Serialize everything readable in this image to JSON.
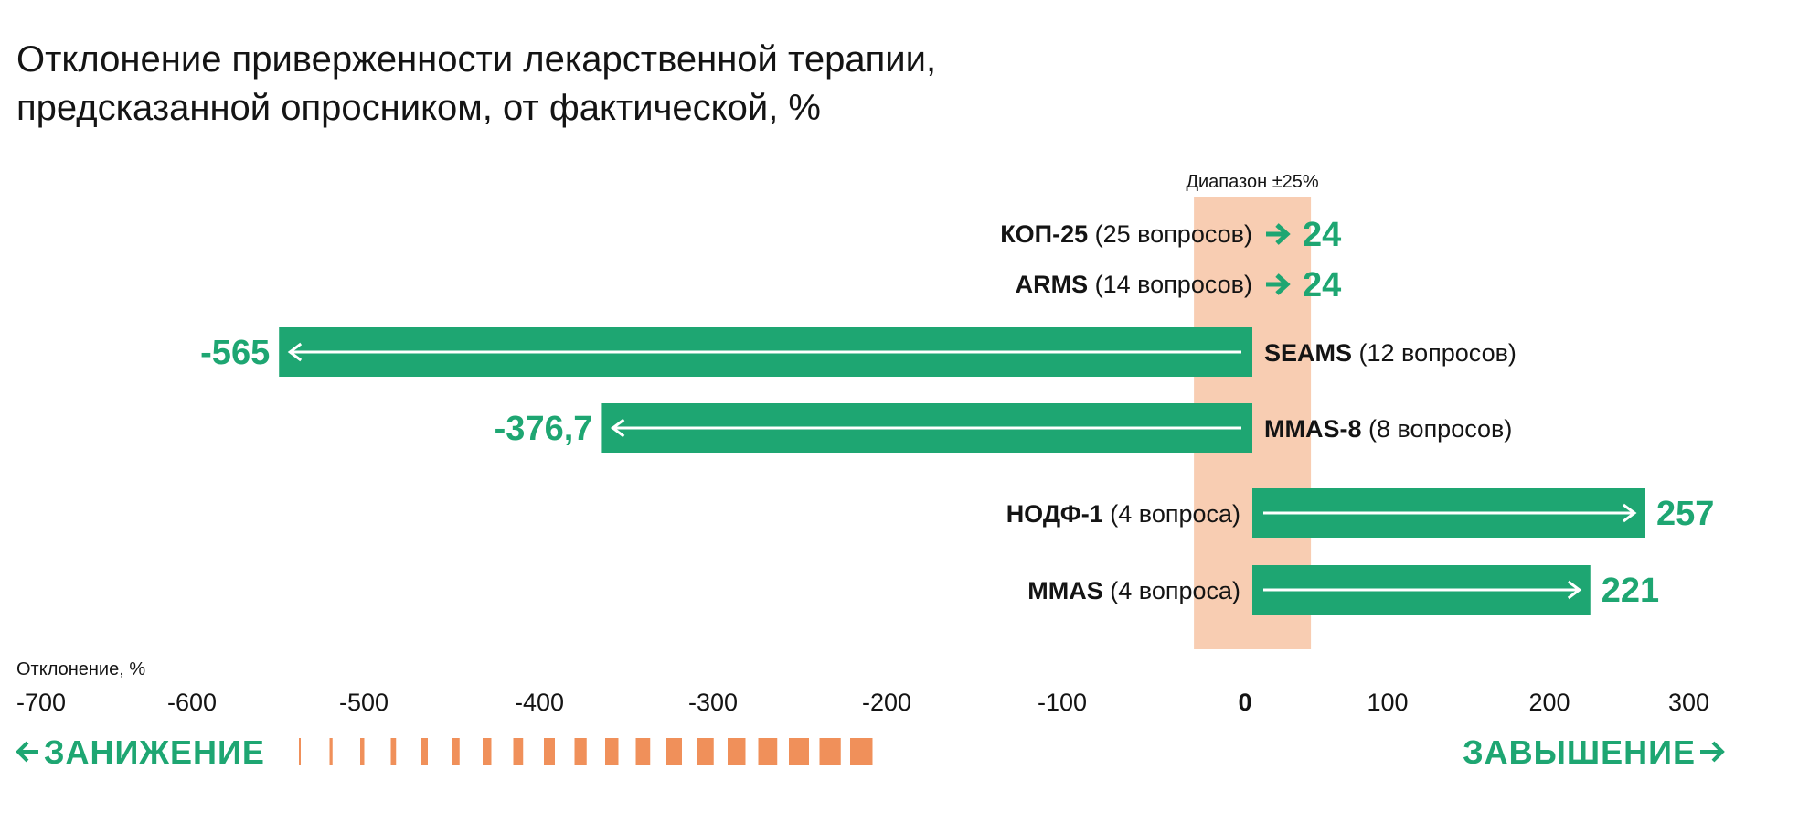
{
  "colors": {
    "bar": "#1ea672",
    "band": "#f8cdb2",
    "scale": "#f0905a",
    "text": "#141414",
    "white": "#ffffff"
  },
  "chart_data": {
    "type": "bar",
    "orientation": "horizontal",
    "title_lines": [
      "Отклонение приверженности лекарственной терапии,",
      "предсказанной опросником, от фактической, %"
    ],
    "xlabel": "Отклонение, %",
    "xlim": [
      -700,
      300
    ],
    "xticks": [
      -700,
      -600,
      -500,
      -400,
      -300,
      -200,
      -100,
      0,
      100,
      200,
      300
    ],
    "xtick_labels": [
      "-700",
      "-600",
      "-500",
      "-400",
      "-300",
      "-200",
      "-100",
      "0",
      "100",
      "200",
      "300"
    ],
    "band": {
      "from": -25,
      "to": 25,
      "label": "Диапазон ±25%"
    },
    "scale_left_label": "ЗАНИЖЕНИЕ",
    "scale_right_label": "ЗАВЫШЕНИЕ",
    "categories": [
      {
        "name": "КОП-25",
        "detail": "(25 вопросов)",
        "value": 24,
        "value_label": "24",
        "style": "arrow"
      },
      {
        "name": "ARMS",
        "detail": "(14 вопросов)",
        "value": 24,
        "value_label": "24",
        "style": "arrow"
      },
      {
        "name": "SEAMS",
        "detail": "(12 вопросов)",
        "value": -565,
        "value_label": "-565",
        "style": "bar"
      },
      {
        "name": "MMAS-8",
        "detail": "(8 вопросов)",
        "value": -376.7,
        "value_label": "-376,7",
        "style": "bar"
      },
      {
        "name": "НОДФ-1",
        "detail": "(4 вопроса)",
        "value": 257,
        "value_label": "257",
        "style": "bar"
      },
      {
        "name": "MMAS",
        "detail": "(4 вопроса)",
        "value": 221,
        "value_label": "221",
        "style": "bar"
      }
    ]
  }
}
